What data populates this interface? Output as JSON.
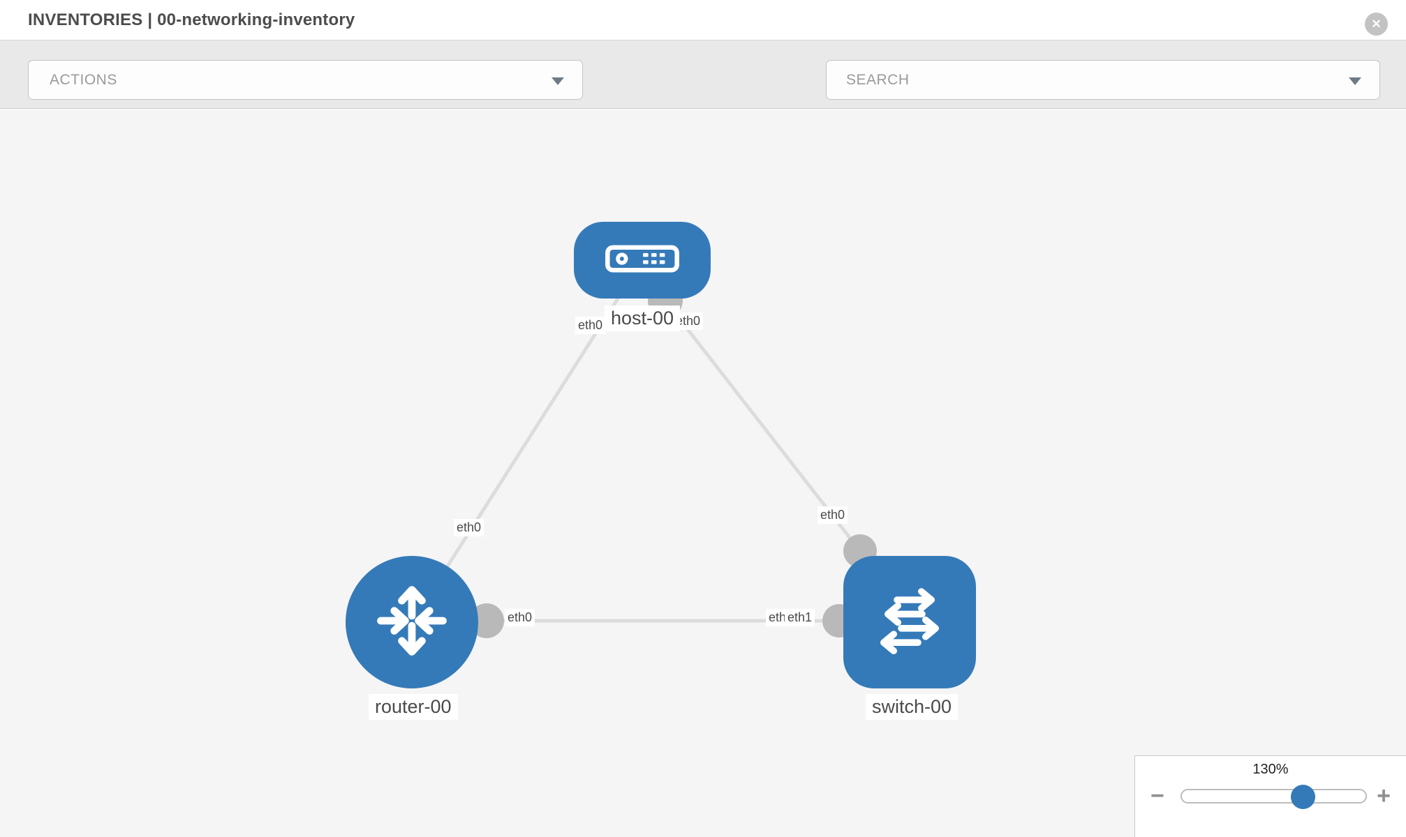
{
  "header": {
    "title": "INVENTORIES | 00-networking-inventory"
  },
  "toolbar": {
    "actions_label": "ACTIONS",
    "search_placeholder": "SEARCH"
  },
  "canvas": {
    "nodes": {
      "host": {
        "label": "host-00",
        "type": "host"
      },
      "router": {
        "label": "router-00",
        "type": "router"
      },
      "switch": {
        "label": "switch-00",
        "type": "switch"
      }
    },
    "interfaces": {
      "host_left": "eth0",
      "host_right": "eth0",
      "router_link_top": "eth0",
      "router_right": "eth0",
      "switch_top": "eth0",
      "switch_left_under": "eth0",
      "switch_left_over": "eth1"
    },
    "links": [
      {
        "from": "host-00",
        "to": "router-00"
      },
      {
        "from": "host-00",
        "to": "switch-00"
      },
      {
        "from": "router-00",
        "to": "switch-00"
      }
    ]
  },
  "zoom_control": {
    "level": "130%",
    "minus_label": "−",
    "plus_label": "+"
  },
  "colors": {
    "node_blue": "#357ab8",
    "link_gray": "#dcdcdc",
    "port_gray": "#b9b9b9",
    "label_text": "#4a4a4a"
  }
}
